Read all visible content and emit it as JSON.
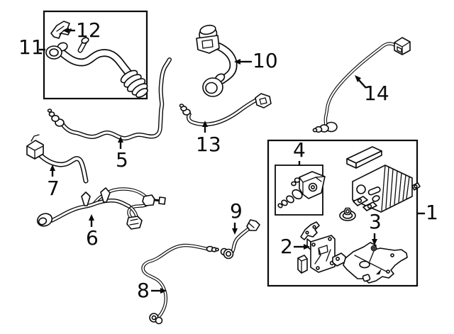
{
  "diagram": {
    "kind": "exploded-parts-diagram",
    "background": "#ffffff",
    "line_color": "#0a0a0a",
    "callouts": {
      "1": "1",
      "2": "2",
      "3": "3",
      "4": "4",
      "5": "5",
      "6": "6",
      "7": "7",
      "8": "8",
      "9": "9",
      "10": "10",
      "11": "11",
      "12": "12",
      "13": "13",
      "14": "14"
    },
    "parts": {
      "1": "component-group-box",
      "2": "mounting-bracket-set",
      "3": "canister-bracket-plate",
      "4": "purge-valve-with-sensor",
      "5": "long-vapor-tube",
      "6": "wiring-harness",
      "7": "short-vent-hose",
      "8": "curved-vapor-tube",
      "9": "connector-elbow-tube",
      "10": "breather-hose",
      "11": "hose-assembly",
      "12": "retainer-clip",
      "13": "vapor-tube",
      "14": "sensor-wire"
    }
  }
}
